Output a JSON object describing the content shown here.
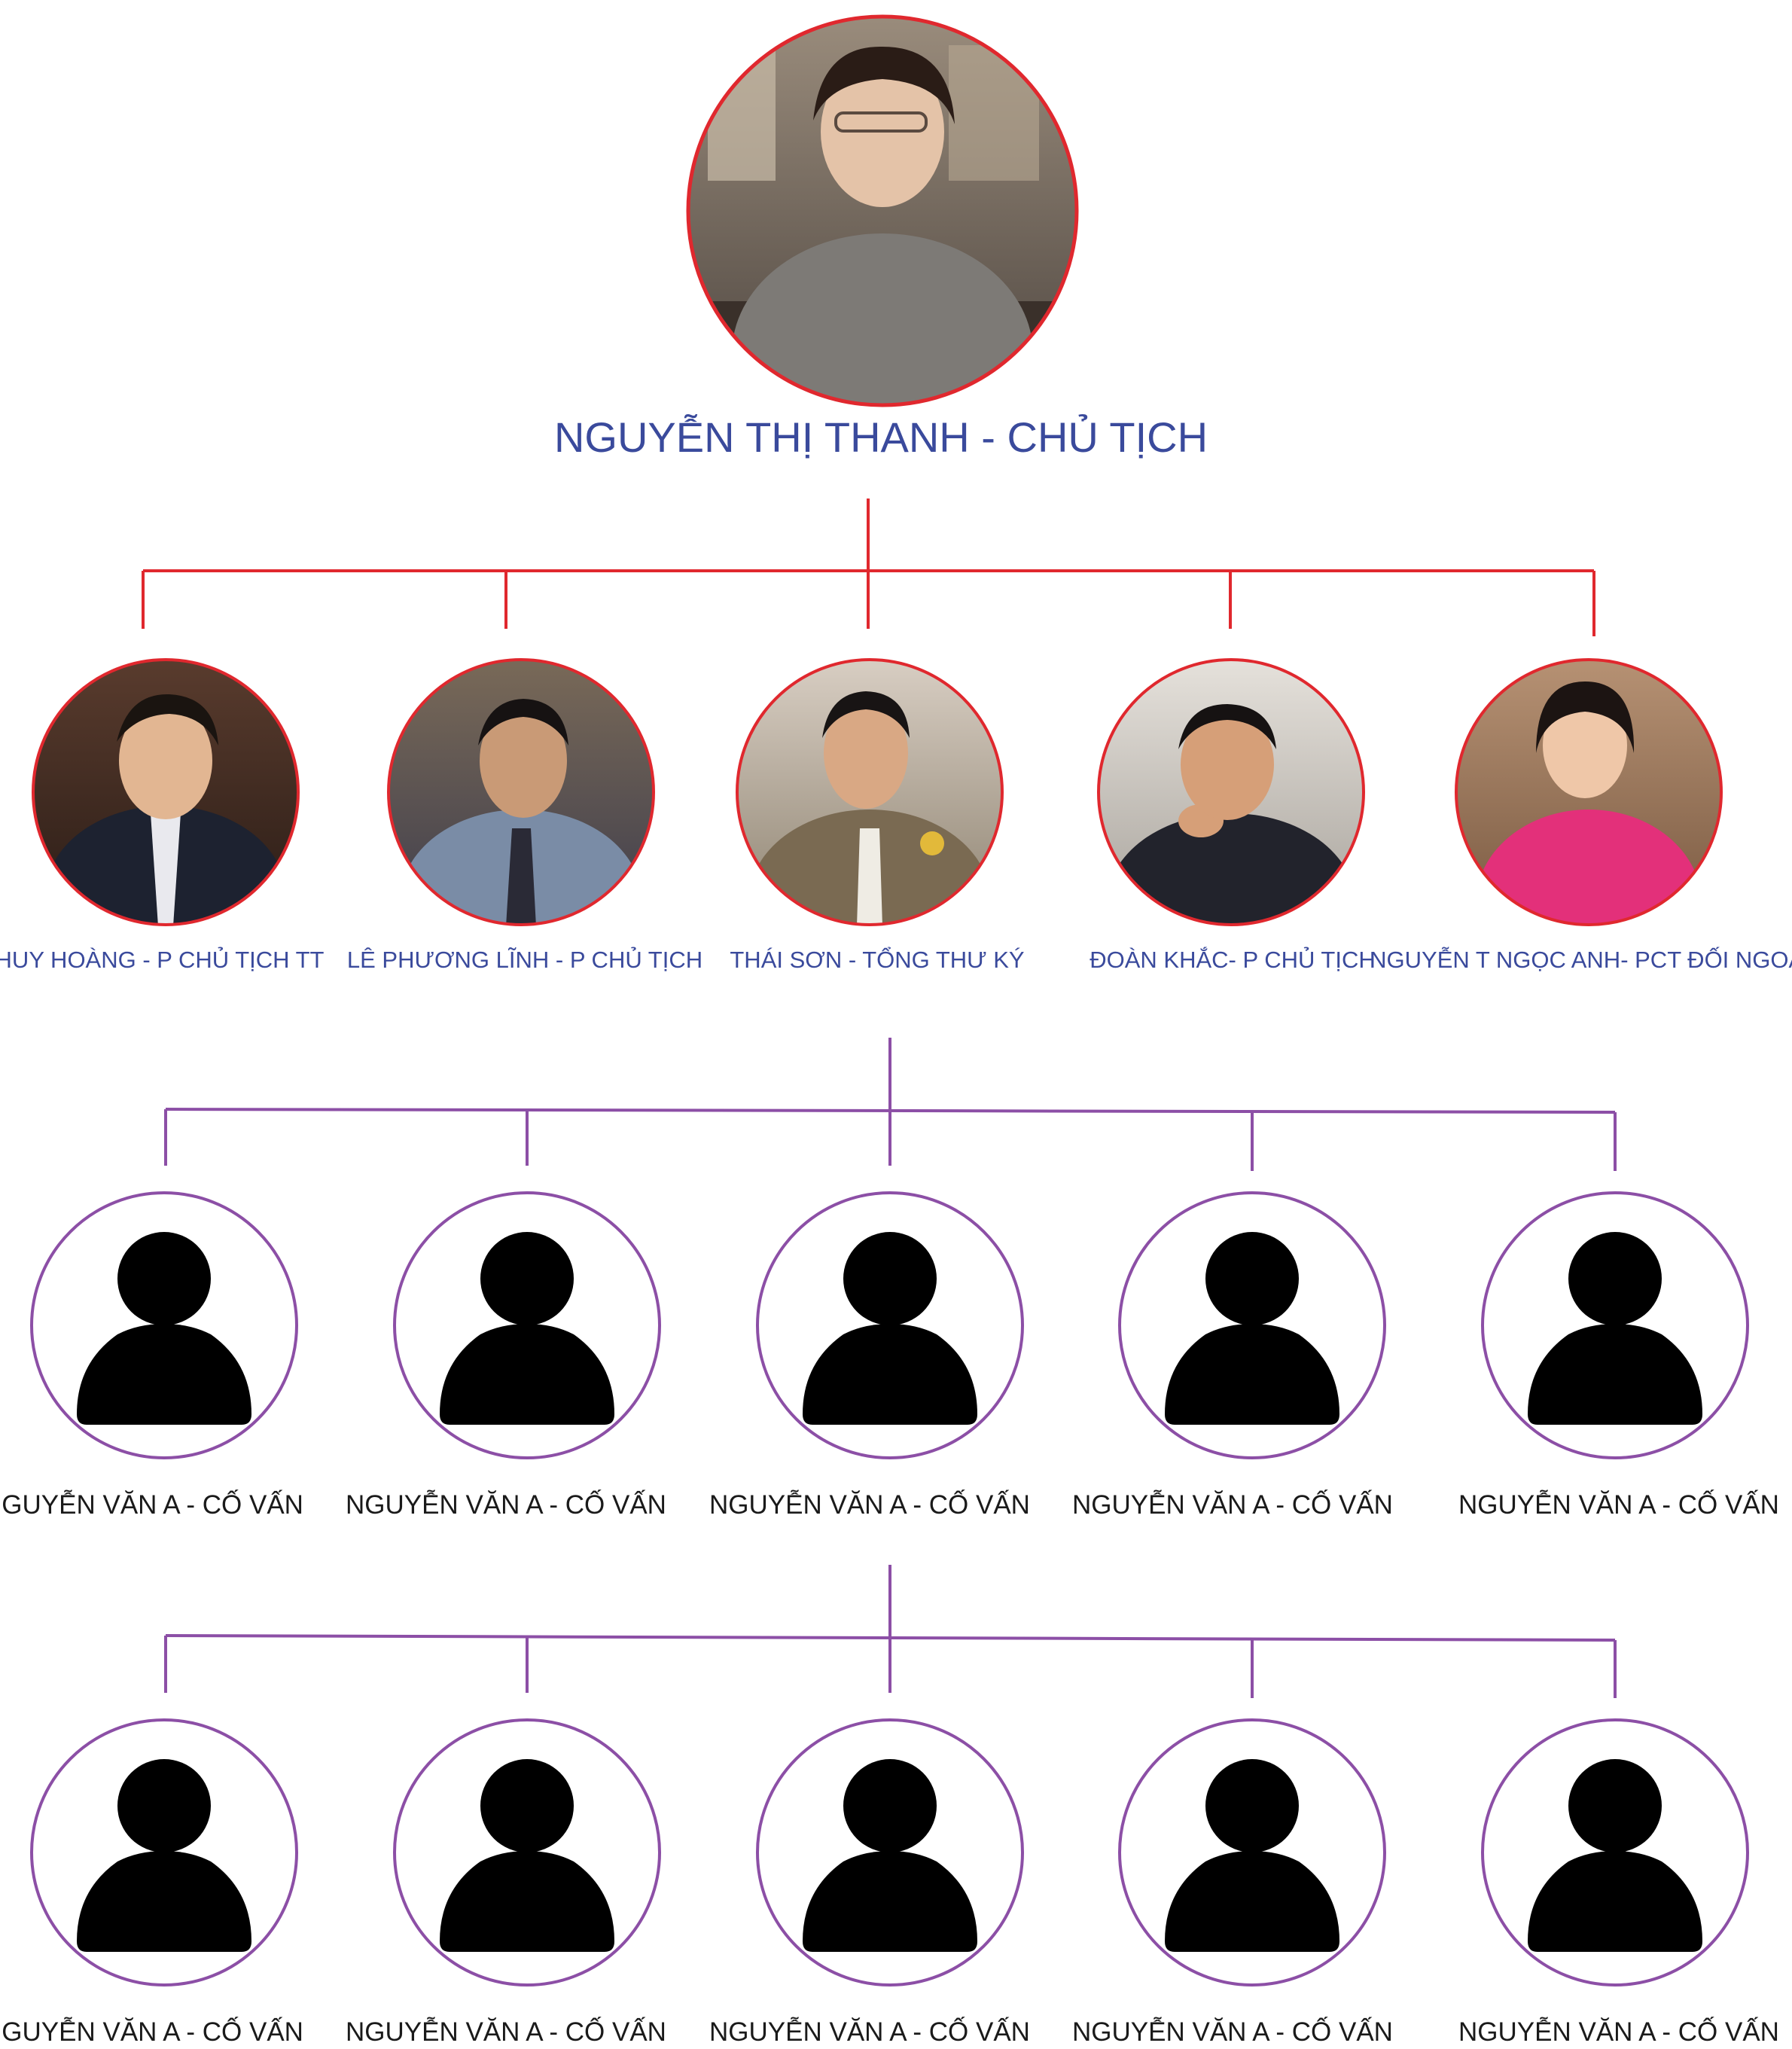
{
  "chairman": {
    "name": "NGUYỄN THỊ THANH - CHỦ TỊCH"
  },
  "deputies": [
    {
      "name": "HUY HOÀNG - P CHỦ TỊCH TT"
    },
    {
      "name": "LÊ PHƯƠNG LĨNH - P CHỦ TỊCH"
    },
    {
      "name": "THÁI SƠN - TỔNG THƯ KÝ"
    },
    {
      "name": "ĐOÀN KHẮC- P CHỦ TỊCH"
    },
    {
      "name": "NGUYỄN T NGỌC ANH- PCT ĐỐI NGOẠI"
    }
  ],
  "advisors_row1": [
    {
      "name": "NGUYỄN VĂN A - CỐ VẤN"
    },
    {
      "name": "NGUYỄN VĂN A - CỐ VẤN"
    },
    {
      "name": "NGUYỄN VĂN A - CỐ VẤN"
    },
    {
      "name": "NGUYỄN VĂN A - CỐ VẤN"
    },
    {
      "name": "NGUYỄN VĂN A - CỐ VẤN"
    }
  ],
  "advisors_row2": [
    {
      "name": "NGUYỄN VĂN A - CỐ VẤN"
    },
    {
      "name": "NGUYỄN VĂN A - CỐ VẤN"
    },
    {
      "name": "NGUYỄN VĂN A - CỐ VẤN"
    },
    {
      "name": "NGUYỄN VĂN A - CỐ VẤN"
    },
    {
      "name": "NGUYỄN VĂN A - CỐ VẤN"
    }
  ],
  "colors": {
    "top_connector": "#e0282e",
    "advisor_connector": "#8c4fa6",
    "photo_ring": "#e0282e",
    "advisor_ring": "#8c4fa6",
    "top_label": "#3a4a9c",
    "advisor_label": "#1a1a1a",
    "avatar_fill": "#000000"
  },
  "icons": {
    "photo_placeholder": "person-photo-icon",
    "advisor_avatar": "user-silhouette-icon"
  }
}
